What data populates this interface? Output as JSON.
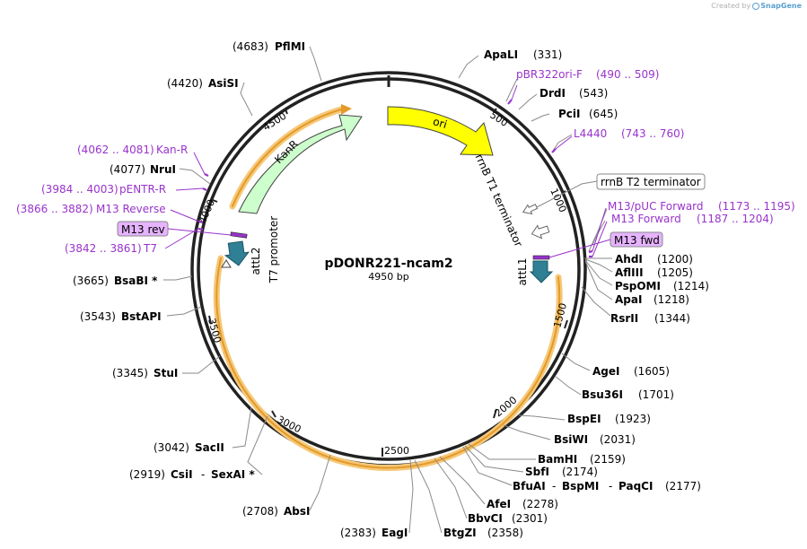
{
  "watermark": {
    "prefix": "Created by",
    "brand": "SnapGene"
  },
  "plasmid": {
    "name": "pDONR221-ncam2",
    "size_label": "4950 bp",
    "length": 4950
  },
  "ticks": [
    "500",
    "1000",
    "1500",
    "2000",
    "2500",
    "3000",
    "3500",
    "4000",
    "4500"
  ],
  "enzymes_right": [
    {
      "name": "ApaLI",
      "pos": "(331)"
    },
    {
      "name": "DrdI",
      "pos": "(543)"
    },
    {
      "name": "PciI",
      "pos": "(645)"
    },
    {
      "name": "AhdI",
      "pos": "(1200)"
    },
    {
      "name": "AflIII",
      "pos": "(1205)"
    },
    {
      "name": "PspOMI",
      "pos": "(1214)"
    },
    {
      "name": "ApaI",
      "pos": "(1218)"
    },
    {
      "name": "RsrII",
      "pos": "(1344)"
    },
    {
      "name": "AgeI",
      "pos": "(1605)"
    },
    {
      "name": "Bsu36I",
      "pos": "(1701)"
    },
    {
      "name": "BspEI",
      "pos": "(1923)"
    },
    {
      "name": "BsiWI",
      "pos": "(2031)"
    },
    {
      "name": "BamHI",
      "pos": "(2159)"
    },
    {
      "name": "SbfI",
      "pos": "(2174)"
    },
    {
      "name": "AfeI",
      "pos": "(2278)"
    },
    {
      "name": "BbvCI",
      "pos": "(2301)"
    },
    {
      "name": "BtgZI",
      "pos": "(2358)"
    }
  ],
  "bfuai_line": {
    "a": "BfuAI",
    "b": "BspMI",
    "c": "PaqCI",
    "sep": "-",
    "pos": "(2177)"
  },
  "enzymes_left": [
    {
      "name": "PflMI",
      "pos": "(4683)"
    },
    {
      "name": "AsiSI",
      "pos": "(4420)"
    },
    {
      "name": "NruI",
      "pos": "(4077)"
    },
    {
      "name": "BsaBI *",
      "pos": "(3665)"
    },
    {
      "name": "BstAPI",
      "pos": "(3543)"
    },
    {
      "name": "StuI",
      "pos": "(3345)"
    },
    {
      "name": "SacII",
      "pos": "(3042)"
    },
    {
      "name": "AbsI",
      "pos": "(2708)"
    },
    {
      "name": "EagI",
      "pos": "(2383)"
    }
  ],
  "csii_line": {
    "a": "CsiI",
    "sep": "-",
    "b": "SexAI *",
    "pos": "(2919)"
  },
  "primers_right": [
    {
      "name": "pBR322ori-F",
      "range": "(490 .. 509)"
    },
    {
      "name": "L4440",
      "range": "(743 .. 760)"
    },
    {
      "name": "M13/pUC Forward",
      "range": "(1173 .. 1195)"
    },
    {
      "name": "M13 Forward",
      "range": "(1187 .. 1204)"
    }
  ],
  "primers_left": [
    {
      "name": "Kan-R",
      "range": "(4062 .. 4081)"
    },
    {
      "name": "pENTR-R",
      "range": "(3984 .. 4003)"
    },
    {
      "name": "M13 Reverse",
      "range": "(3866 .. 3882)"
    },
    {
      "name": "T7",
      "range": "(3842 .. 3861)"
    }
  ],
  "boxed": {
    "rrnb_t2": "rrnB T2 terminator",
    "m13_rev": "M13 rev",
    "m13_fwd": "M13 fwd"
  },
  "features": {
    "ori": "ori",
    "kanr": "KanR",
    "rrnb_t1": "rrnB T1 terminator",
    "attl1": "attL1",
    "attl2": "attL2",
    "t7_promoter": "T7 promoter"
  },
  "colors": {
    "ori": "#ffff00",
    "kanr": "#ccffcc",
    "att": "#2f7f95",
    "primer": "#9933cc",
    "box_fill": "#e6b3ff",
    "backbone": "#222222",
    "orange": "#f2a33a"
  }
}
